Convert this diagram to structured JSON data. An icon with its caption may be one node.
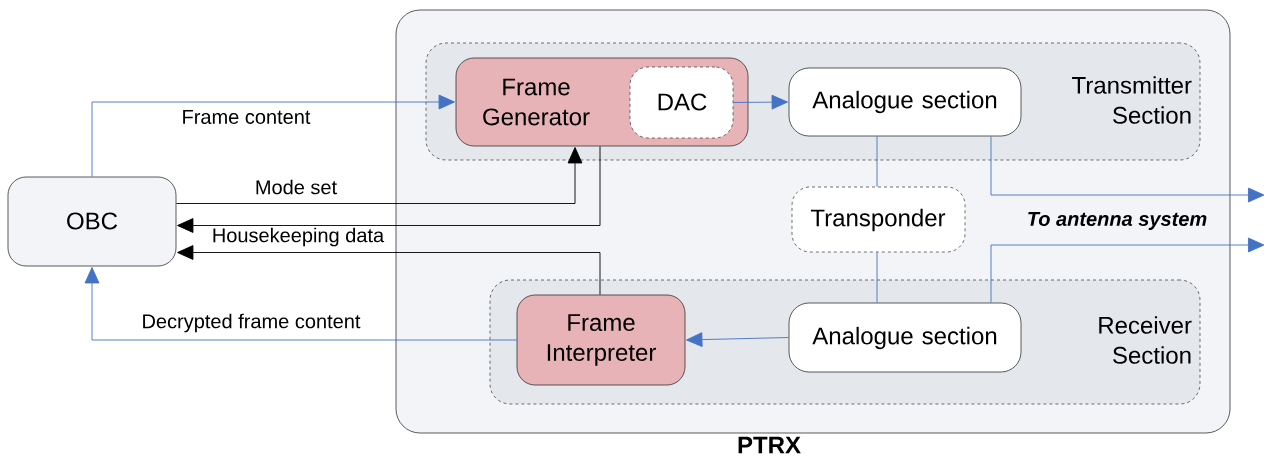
{
  "diagram": {
    "nodes": [
      {
        "text": [
          "OBC"
        ]
      },
      {
        "text": [
          "PTRX"
        ]
      },
      {
        "text": [
          "Transmitter Section"
        ],
        "in": 1
      },
      {
        "text": [
          "Frame Generator"
        ],
        "in": 2
      },
      {
        "text": [
          "DAC"
        ],
        "in": 3
      },
      {
        "text": [
          "Analogue section"
        ],
        "in": 2
      },
      {
        "text": [
          "Transponder"
        ],
        "in": 1
      },
      {
        "text": [
          "Receiver Section"
        ],
        "in": 1
      },
      {
        "text": [
          "Frame Interpreter"
        ],
        "in": 7
      },
      {
        "text": [
          "Analogue section"
        ],
        "in": 7
      }
    ],
    "edges": [
      {
        "from": 0,
        "to": 3,
        "arrow": "to",
        "label": "Frame content"
      },
      {
        "from": 0,
        "to": 3,
        "arrow": "to",
        "label": "Mode set",
        "color": "#000000"
      },
      {
        "from": 3,
        "to": 0,
        "arrow": "to",
        "color": "#000000"
      },
      {
        "from": 8,
        "to": 0,
        "arrow": "to",
        "label": "Housekeeping data",
        "color": "#000000"
      },
      {
        "from": 8,
        "to": 0,
        "arrow": "to",
        "label": "Decrypted frame content"
      },
      {
        "from": 4,
        "to": 5,
        "arrow": "to"
      },
      {
        "from": 5,
        "to": 6,
        "arrow": "none"
      },
      {
        "from": 6,
        "to": 9,
        "arrow": "none"
      },
      {
        "from": 5,
        "to": null,
        "arrow": "to"
      },
      {
        "from": 9,
        "to": null,
        "arrow": "to"
      },
      {
        "from": 9,
        "to": 8,
        "arrow": "to"
      }
    ],
    "labels": [
      "To antenna system"
    ]
  }
}
